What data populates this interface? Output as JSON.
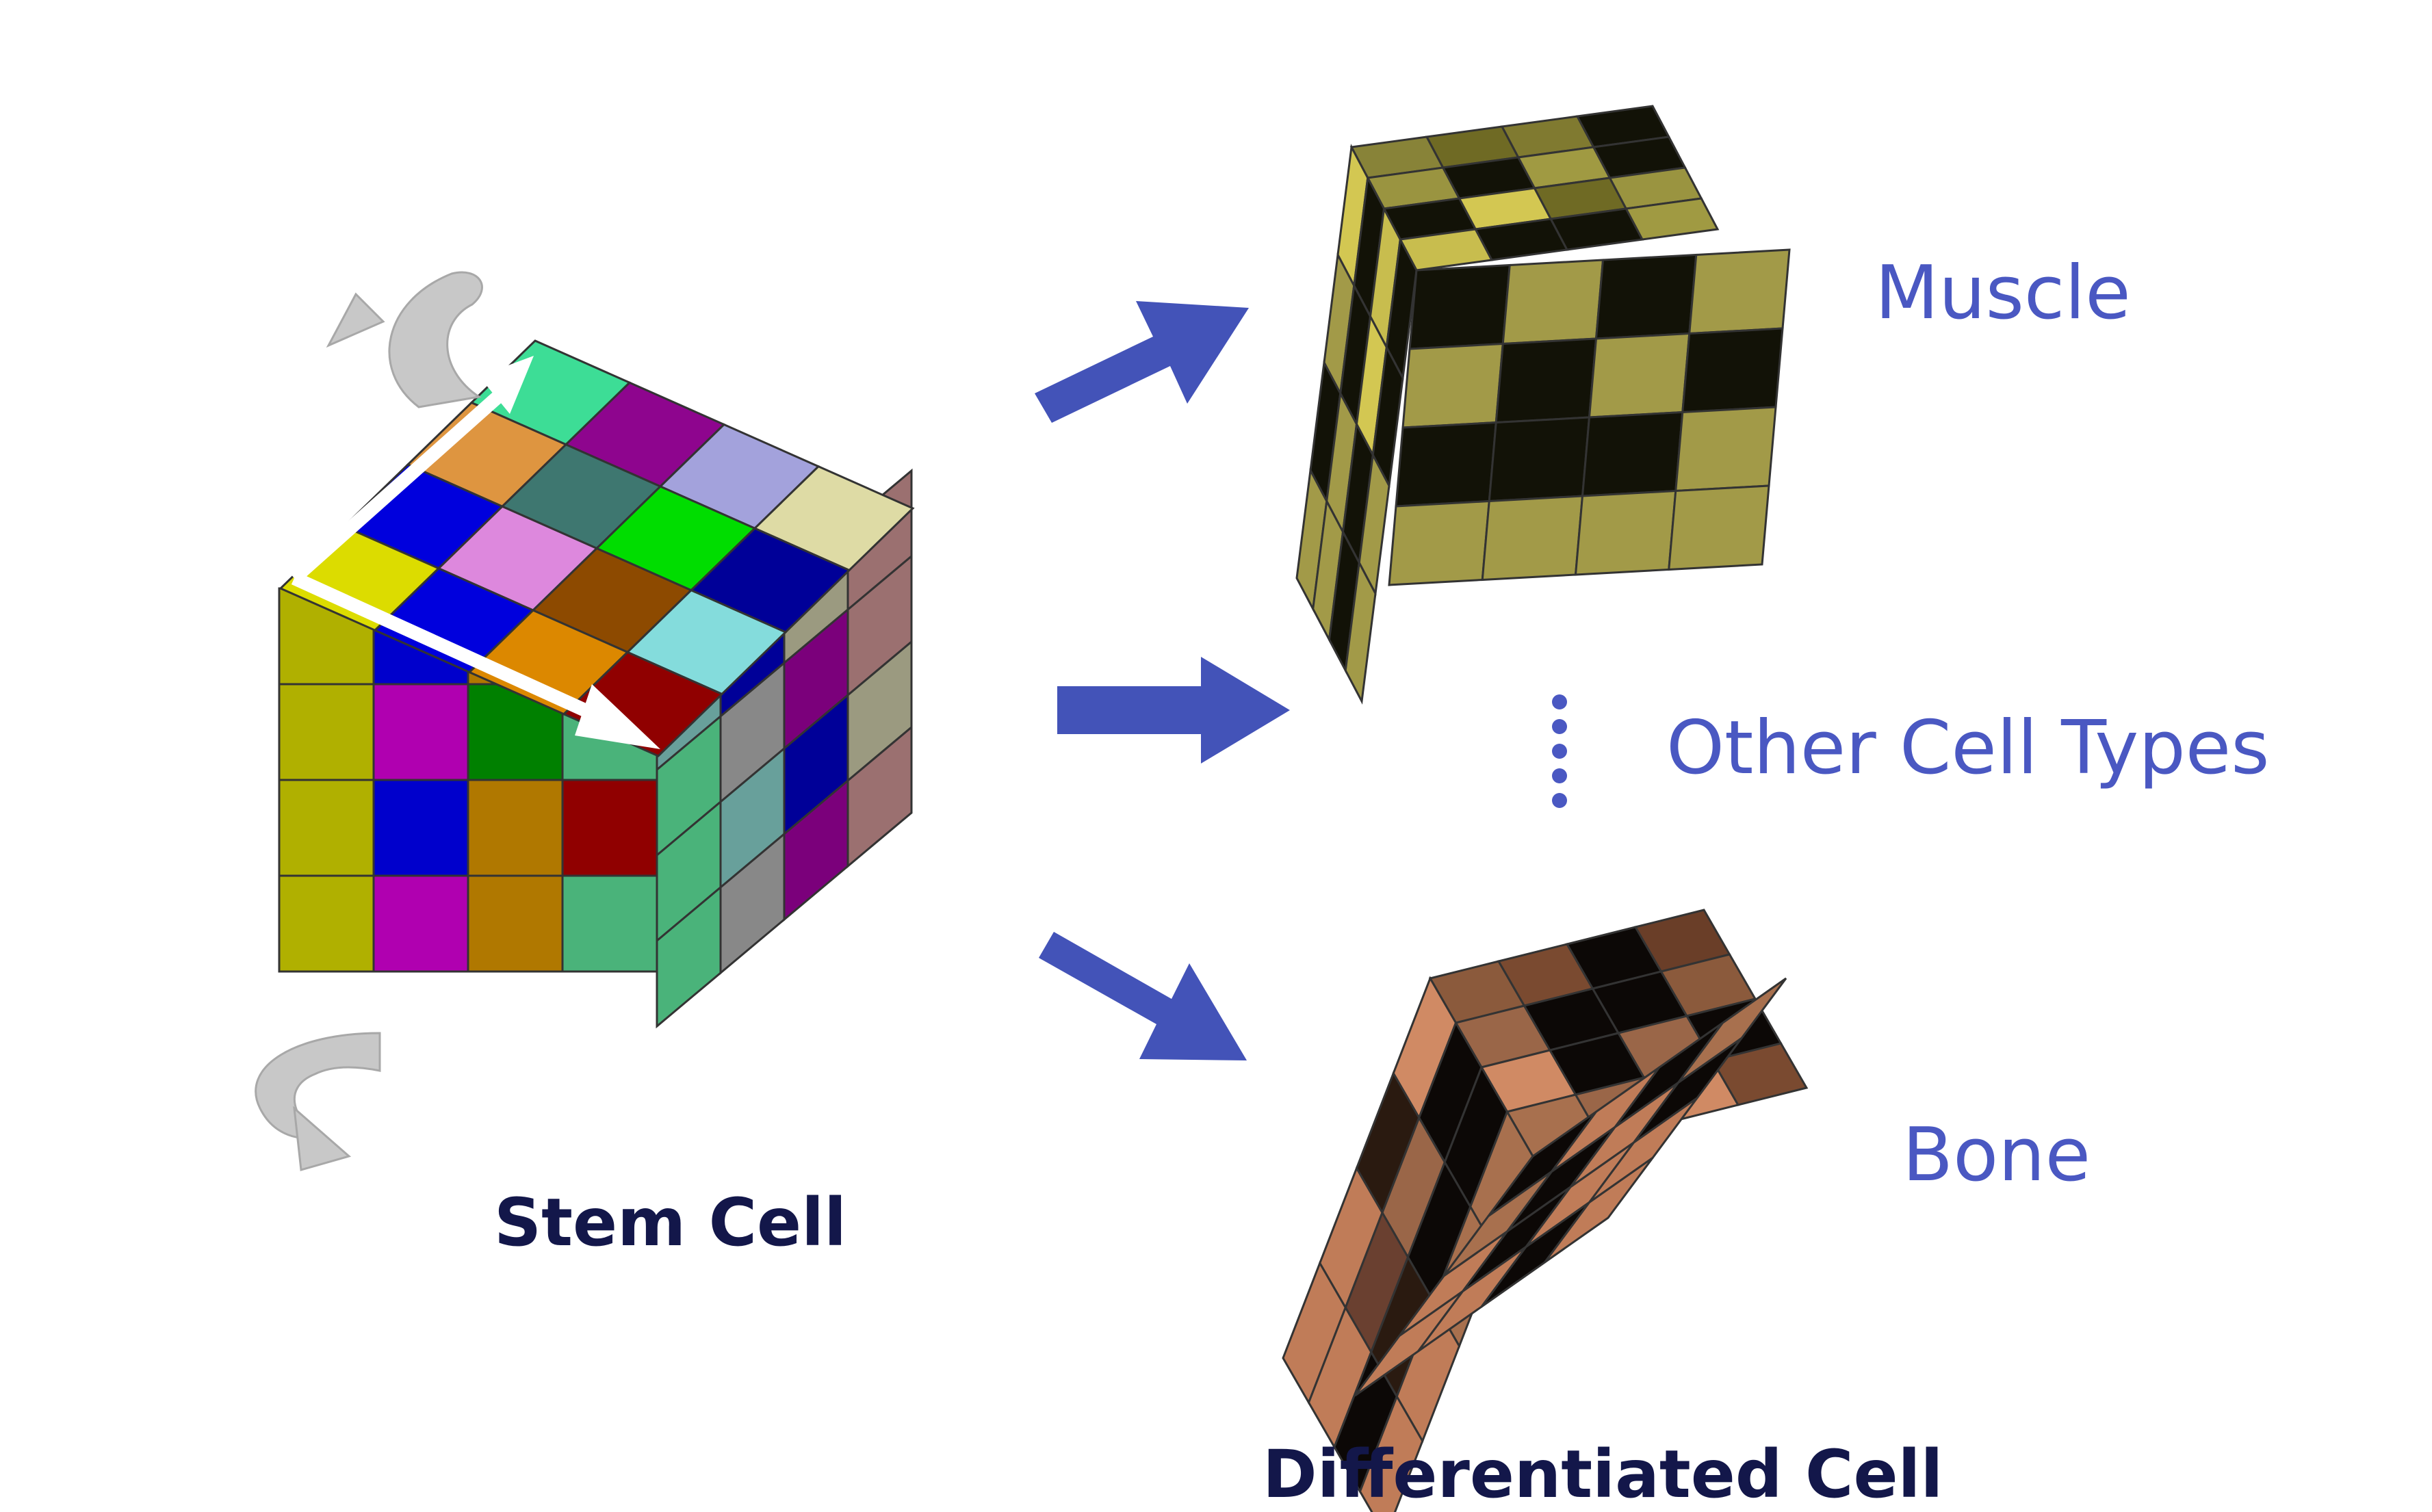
{
  "labels": {
    "stem_cell": "Stem Cell",
    "differentiated_cell": "Differentiated Cell",
    "muscle": "Muscle",
    "other_cell_types": "Other Cell Types",
    "bone": "Bone"
  },
  "colors": {
    "label_blue": "#4a58c2",
    "caption_navy": "#13174a",
    "arrow_blue": "#4353b8",
    "rotation_arrow_grey": "#c8c8c8",
    "edge_line": "#333333"
  },
  "stem_cube": {
    "top_face": [
      [
        "#3ddd96",
        "#8e058e",
        "#a3a2dc",
        "#dedba5"
      ],
      [
        "#de9540",
        "#3e7770",
        "#00dd00",
        "#000098"
      ],
      [
        "#0000dd",
        "#dd88dd",
        "#8d4a00",
        "#84dcdc"
      ],
      [
        "#dcdc00",
        "#0000dd",
        "#dc8800",
        "#900000"
      ]
    ],
    "left_face": [
      [
        "#b0b000",
        "#0000cc",
        "#b07800",
        "#900000"
      ],
      [
        "#b0b000",
        "#b000b0",
        "#008000",
        "#4ab37a"
      ],
      [
        "#b0b000",
        "#0000cc",
        "#b07800",
        "#900000"
      ],
      [
        "#b0b000",
        "#b000b0",
        "#b07800",
        "#4ab37a"
      ]
    ],
    "right_face": [
      [
        "#68a09b",
        "#000098",
        "#9b9a80"
      ],
      [
        "#888888",
        "#7b007b",
        "#9b7070"
      ],
      [
        "#4ab37a",
        "#68a09b",
        "#000098",
        "#9b9a80"
      ],
      [
        "#900000",
        "#888888",
        "#7b007b",
        "#9b7070"
      ],
      [
        "#4ab37a",
        "#68a09b",
        "#000098",
        "#9b9a80"
      ],
      [
        "#4ab37a",
        "#888888",
        "#7b007b",
        "#9b7070"
      ]
    ]
  },
  "muscle_cube": {
    "top_face": [
      [
        "#888338",
        "#6f6a24",
        "#807a30",
        "#121207"
      ],
      [
        "#9a9440",
        "#121207",
        "#a09a42",
        "#121207"
      ],
      [
        "#121207",
        "#d3c752",
        "#6f6a24",
        "#9a9440"
      ],
      [
        "#c8bd4e",
        "#121207",
        "#121207",
        "#a09a42"
      ]
    ],
    "left_face": [
      [
        "#d3c752",
        "#121207",
        "#c8bd4e",
        "#121207"
      ],
      [
        "#a29a48",
        "#121207",
        "#d3c752",
        "#121207"
      ],
      [
        "#121207",
        "#a29a48",
        "#121207",
        "#a29a48"
      ],
      [
        "#a29a48",
        "#a29a48",
        "#121207",
        "#a29a48"
      ]
    ],
    "right_face": [
      [
        "#121207",
        "#a29a48",
        "#121207",
        "#a29a48"
      ],
      [
        "#a29a48",
        "#121207",
        "#a29a48",
        "#121207"
      ],
      [
        "#121207",
        "#121207",
        "#121207",
        "#a29a48"
      ],
      [
        "#a29a48",
        "#a29a48",
        "#a29a48",
        "#a29a48"
      ]
    ]
  },
  "bone_cube": {
    "top_face": [
      [
        "#8b5a3c",
        "#7a4a30",
        "#0c0806",
        "#6a3e28"
      ],
      [
        "#9a6648",
        "#0c0806",
        "#0c0806",
        "#8b5a3c"
      ],
      [
        "#d08a64",
        "#0c0806",
        "#9a6648",
        "#0c0806"
      ],
      [
        "#a8704e",
        "#9a6648",
        "#d08a64",
        "#7a4a30"
      ]
    ],
    "left_face": [
      [
        "#d08a64",
        "#0c0806",
        "#0c0806",
        "#a8704e"
      ],
      [
        "#2a1a10",
        "#9a6648",
        "#0c0806",
        "#a8704e"
      ],
      [
        "#c07c58",
        "#6a4030",
        "#2a1a10",
        "#c07c58"
      ],
      [
        "#c07c58",
        "#c07c58",
        "#0c0806",
        "#c07c58"
      ]
    ],
    "right_face": [
      [
        "#0c0806",
        "#c07c58",
        "#0c0806",
        "#a8704e"
      ],
      [
        "#a8704e",
        "#0c0806",
        "#c07c58",
        "#0c0806"
      ],
      [
        "#c07c58",
        "#0c0806",
        "#c07c58",
        "#c07c58"
      ],
      [
        "#c07c58",
        "#c07c58",
        "#0c0806",
        "#c07c58"
      ]
    ]
  }
}
